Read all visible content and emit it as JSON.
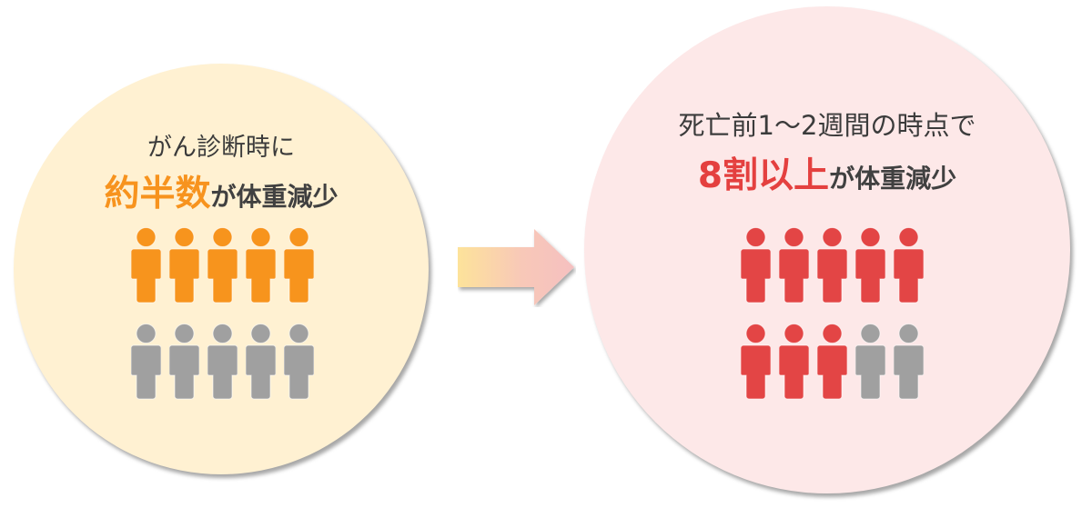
{
  "left_panel": {
    "line1": "がん診断時に",
    "highlight": "約半数",
    "rest": "が体重減少",
    "highlight_color": "#f7931e",
    "background": "#fff1d2",
    "people": [
      {
        "state": "affected",
        "color": "#f7941d"
      },
      {
        "state": "affected",
        "color": "#f7941d"
      },
      {
        "state": "affected",
        "color": "#f7941d"
      },
      {
        "state": "affected",
        "color": "#f7941d"
      },
      {
        "state": "affected",
        "color": "#f7941d"
      },
      {
        "state": "unaffected",
        "color": "#a0a0a0"
      },
      {
        "state": "unaffected",
        "color": "#a0a0a0"
      },
      {
        "state": "unaffected",
        "color": "#a0a0a0"
      },
      {
        "state": "unaffected",
        "color": "#a0a0a0"
      },
      {
        "state": "unaffected",
        "color": "#a0a0a0"
      }
    ]
  },
  "arrow": {
    "icon": "right-arrow-icon",
    "gradient_start": "#fde39a",
    "gradient_end": "#f5c0c0"
  },
  "right_panel": {
    "line1": "死亡前1～2週間の時点で",
    "highlight": "8割以上",
    "rest": "が体重減少",
    "highlight_color": "#e4403f",
    "background": "#fde8e8",
    "people": [
      {
        "state": "affected",
        "color": "#e34545"
      },
      {
        "state": "affected",
        "color": "#e34545"
      },
      {
        "state": "affected",
        "color": "#e34545"
      },
      {
        "state": "affected",
        "color": "#e34545"
      },
      {
        "state": "affected",
        "color": "#e34545"
      },
      {
        "state": "affected",
        "color": "#e34545"
      },
      {
        "state": "affected",
        "color": "#e34545"
      },
      {
        "state": "affected",
        "color": "#e34545"
      },
      {
        "state": "unaffected",
        "color": "#a0a0a0"
      },
      {
        "state": "unaffected",
        "color": "#a0a0a0"
      }
    ]
  }
}
